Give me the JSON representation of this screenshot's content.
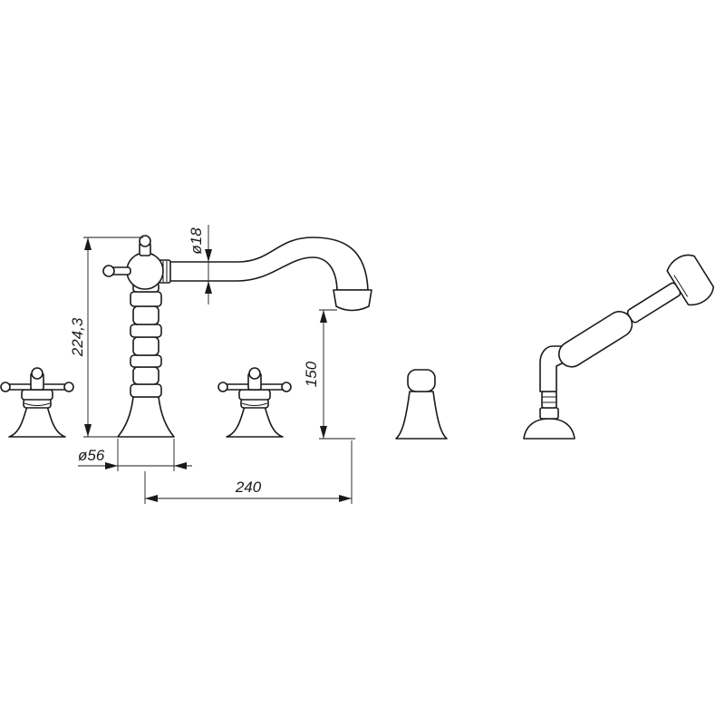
{
  "dimensions": {
    "height_total": "224,3",
    "spout_diameter": "ø18",
    "spout_height": "150",
    "base_diameter": "ø56",
    "spout_reach": "240"
  },
  "colors": {
    "line": "#1a1a1a",
    "background": "#ffffff"
  }
}
